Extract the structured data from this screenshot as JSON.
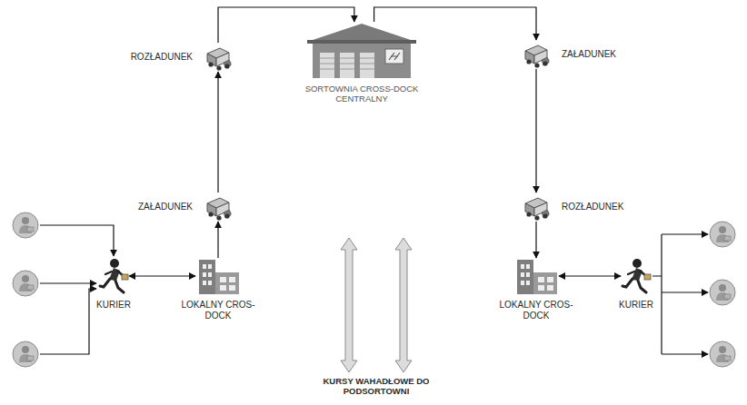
{
  "diagram": {
    "nodes": [
      {
        "text": [
          "ROZŁADUNEK"
        ]
      },
      {
        "text": [
          "SORTOWNIA CROSS-DOCK CENTRALNY"
        ]
      },
      {
        "text": [
          "ZAŁADUNEK"
        ]
      },
      {
        "text": [
          "ZAŁADUNEK"
        ]
      },
      {
        "text": [
          "ROZŁADUNEK"
        ]
      },
      {
        "text": [
          "KURIER"
        ]
      },
      {
        "text": [
          "LOKALNY CROS-DOCK"
        ]
      },
      {
        "text": [
          "LOKALNY CROS-DOCK"
        ]
      },
      {
        "text": [
          "KURIER"
        ]
      }
    ],
    "edges": [
      {
        "from": 3,
        "to": 0,
        "arrow": "to"
      },
      {
        "from": 0,
        "to": 1,
        "arrow": "to"
      },
      {
        "from": 1,
        "to": 2,
        "arrow": "to"
      },
      {
        "from": 2,
        "to": 4,
        "arrow": "to"
      },
      {
        "from": 4,
        "to": 7,
        "arrow": "to"
      },
      {
        "from": 6,
        "to": 3,
        "arrow": "to"
      },
      {
        "from": 5,
        "to": 6,
        "arrow": "both"
      },
      {
        "from": 7,
        "to": 8,
        "arrow": "both"
      }
    ],
    "labels": [
      "KURSY WAHADŁOWE DO PODSORTOWNI"
    ]
  }
}
